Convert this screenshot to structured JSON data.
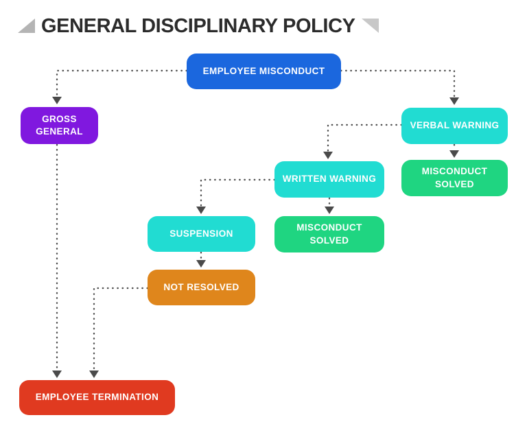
{
  "title": "GENERAL DISCIPLINARY POLICY",
  "decorations": {
    "left_triangle_icon": "triangle-left",
    "right_triangle_icon": "triangle-right"
  },
  "colors": {
    "blue": "#1b67de",
    "purple": "#8018df",
    "cyan": "#21dcd2",
    "green": "#1fd581",
    "orange": "#df861c",
    "red": "#e03a20",
    "connector": "#525252",
    "title_text": "#2b2b2b"
  },
  "nodes": {
    "employee_misconduct": {
      "label": "EMPLOYEE MISCONDUCT",
      "color": "#1b67de"
    },
    "gross_general": {
      "label": "GROSS GENERAL",
      "color": "#8018df"
    },
    "verbal_warning": {
      "label": "VERBAL WARNING",
      "color": "#21dcd2"
    },
    "misconduct_solved_right": {
      "label": "MISCONDUCT SOLVED",
      "color": "#1fd581"
    },
    "written_warning": {
      "label": "WRITTEN WARNING",
      "color": "#21dcd2"
    },
    "misconduct_solved_mid": {
      "label": "MISCONDUCT SOLVED",
      "color": "#1fd581"
    },
    "suspension": {
      "label": "SUSPENSION",
      "color": "#21dcd2"
    },
    "not_resolved": {
      "label": "NOT RESOLVED",
      "color": "#df861c"
    },
    "employee_termination": {
      "label": "EMPLOYEE TERMINATION",
      "color": "#e03a20"
    }
  },
  "edges": [
    {
      "from": "employee_misconduct",
      "to": "gross_general"
    },
    {
      "from": "employee_misconduct",
      "to": "verbal_warning"
    },
    {
      "from": "verbal_warning",
      "to": "misconduct_solved_right"
    },
    {
      "from": "verbal_warning",
      "to": "written_warning"
    },
    {
      "from": "written_warning",
      "to": "misconduct_solved_mid"
    },
    {
      "from": "written_warning",
      "to": "suspension"
    },
    {
      "from": "suspension",
      "to": "not_resolved"
    },
    {
      "from": "not_resolved",
      "to": "employee_termination"
    },
    {
      "from": "gross_general",
      "to": "employee_termination"
    }
  ]
}
